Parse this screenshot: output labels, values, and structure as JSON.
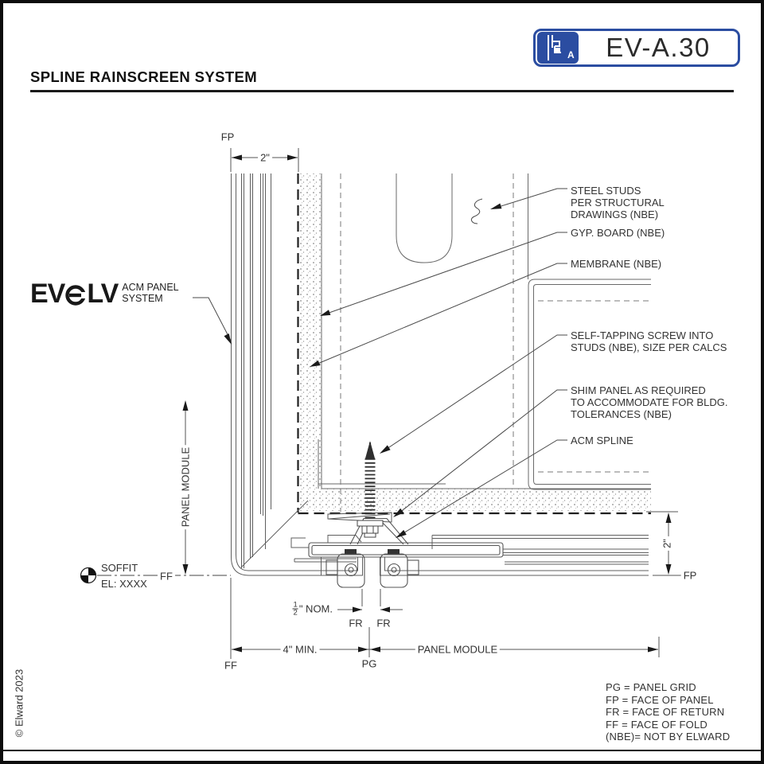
{
  "header": {
    "title": "SPLINE RAINSCREEN SYSTEM"
  },
  "badge": {
    "code": "EV-A.30",
    "icon_letter": "A"
  },
  "logo": {
    "word_left": "EV",
    "word_right": "LV",
    "tagline1": "ACM PANEL",
    "tagline2": "SYSTEM"
  },
  "callouts": {
    "steel_studs": {
      "l1": "STEEL STUDS",
      "l2": "PER STRUCTURAL",
      "l3": "DRAWINGS  (NBE)"
    },
    "gyp": {
      "l1": "GYP. BOARD  (NBE)"
    },
    "membrane": {
      "l1": "MEMBRANE  (NBE)"
    },
    "screw": {
      "l1": "SELF-TAPPING SCREW INTO",
      "l2": "STUDS (NBE), SIZE PER CALCS"
    },
    "shim": {
      "l1": "SHIM PANEL AS REQUIRED",
      "l2": "TO ACCOMMODATE FOR BLDG.",
      "l3": "TOLERANCES  (NBE)"
    },
    "spline": {
      "l1": "ACM SPLINE"
    }
  },
  "dims": {
    "top_width": "2\"",
    "panel_module_vert": "PANEL MODULE",
    "min_width": "4\" MIN.",
    "panel_module_horiz": "PANEL MODULE",
    "joint_num": "1",
    "joint_den": "2",
    "joint_suffix": "\" NOM.",
    "right_height": "2\""
  },
  "markers": {
    "fp_top": "FP",
    "ff_mid": "FF",
    "ff_bottom": "FF",
    "fr_left": "FR",
    "fr_right": "FR",
    "pg": "PG",
    "fp_right": "FP"
  },
  "datum": {
    "name": "SOFFIT",
    "elev": "EL: XXXX"
  },
  "legend": {
    "l1": "PG = PANEL GRID",
    "l2": "FP = FACE OF PANEL",
    "l3": "FR = FACE OF RETURN",
    "l4": "FF = FACE OF FOLD",
    "l5": "(NBE)= NOT BY ELWARD"
  },
  "footer": {
    "copyright": "© Elward 2023"
  },
  "colors": {
    "brand_blue": "#2b4da1",
    "line_gray": "#5f5f5f",
    "ink": "#1a1a1a"
  }
}
